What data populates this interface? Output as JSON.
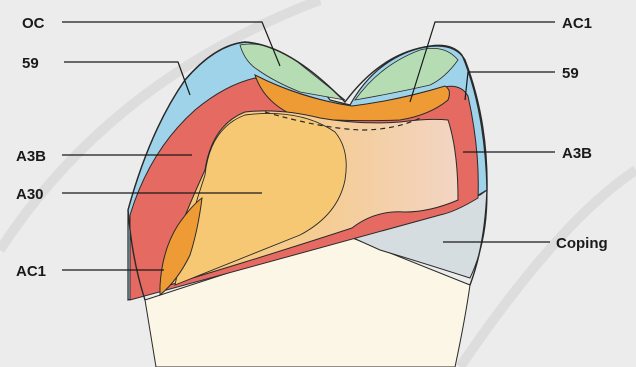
{
  "labels": {
    "oc": "OC",
    "fifty_nine_left": "59",
    "a3b_left": "A3B",
    "a30": "A30",
    "ac1_left": "AC1",
    "ac1_right": "AC1",
    "fifty_nine_right": "59",
    "a3b_right": "A3B",
    "coping": "Coping"
  },
  "colors": {
    "background": "#ececec",
    "enamel_blue": "#9fd3ea",
    "occlusal_green": "#b6dcb3",
    "dentin_red": "#e46a62",
    "body_yellow": "#f7c874",
    "cervical_orange": "#ee9a35",
    "coping_gray": "#d5dde1",
    "root_cream": "#fbf6e5",
    "outline": "#2a2a2a"
  }
}
